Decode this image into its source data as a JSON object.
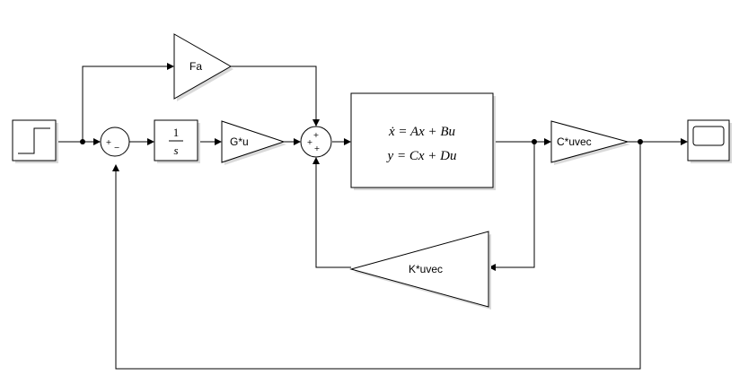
{
  "blocks": {
    "step": {
      "label": ""
    },
    "sum1": {
      "sign_top": "+",
      "sign_bottom": "−"
    },
    "integrator": {
      "numerator": "1",
      "denominator": "s"
    },
    "gain_g": {
      "label": "G*u"
    },
    "gain_fa": {
      "label": "Fa"
    },
    "sum2": {
      "sign_top": "+",
      "sign_left": "+",
      "sign_bottom": "+"
    },
    "state_space": {
      "eq1": "ẋ = Ax + Bu",
      "eq2": "y = Cx + Du"
    },
    "gain_c": {
      "label": "C*uvec"
    },
    "gain_k": {
      "label": "K*uvec"
    },
    "scope": {
      "label": ""
    }
  }
}
